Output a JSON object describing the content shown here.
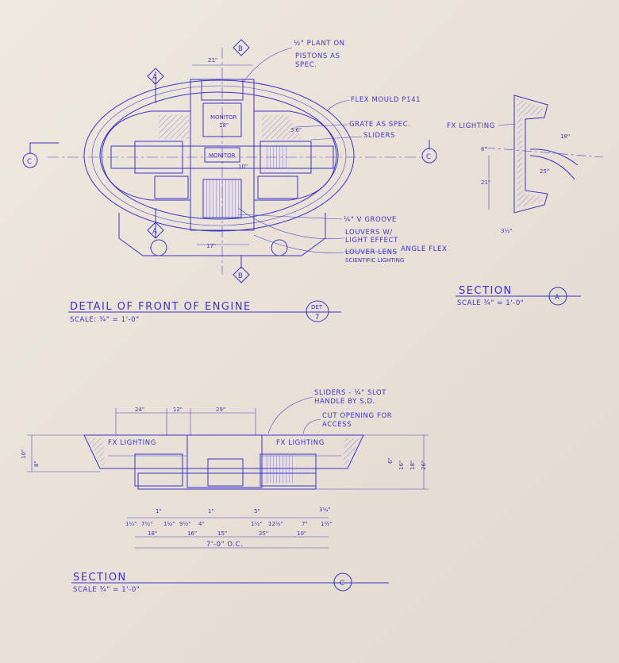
{
  "front_view": {
    "labels": {
      "plant_on": "½\" PLANT ON",
      "pistons": "PISTONS AS",
      "pistons2": "SPEC.",
      "flex_mould": "FLEX MOULD P141",
      "grate": "GRATE AS SPEC.",
      "sliders": "SLIDERS",
      "groove": "¼\" V GROOVE",
      "louvers1": "LOUVERS W/",
      "louvers2": "LIGHT EFFECT",
      "louver_lens": "LOUVER LENS",
      "angle_flex": "ANGLE FLEX",
      "scientific": "SCIENTIFIC LIGHTING",
      "monitor_top": "MONITOR",
      "monitor_top_size": "18\"",
      "monitor_bottom": "MONITOR",
      "dim_21": "21\"",
      "dim_36": "3'6\"",
      "dim_17": "17\"",
      "dim_10": "10\""
    },
    "markers": {
      "a": "A",
      "b": "B",
      "c": "C"
    },
    "title": "DETAIL OF FRONT OF ENGINE",
    "scale": "SCALE: ¾\" = 1'-0\"",
    "det_label": "DET",
    "det_number": "7"
  },
  "section_a": {
    "fx": "FX LIGHTING",
    "dim_18": "18\"",
    "dim_6": "6\"",
    "dim_21": "21\"",
    "dim_3": "3½\"",
    "dim_25": "25°",
    "title": "SECTION",
    "scale": "SCALE ¾\" = 1'-0\"",
    "marker": "A"
  },
  "section_c": {
    "sliders1": "SLIDERS - ¼\" SLOT",
    "sliders2": "HANDLE BY S.D.",
    "cut1": "CUT OPENING FOR",
    "cut2": "ACCESS",
    "fx_left": "FX LIGHTING",
    "fx_right": "FX LIGHTING",
    "top_dims": [
      "24\"",
      "12\"",
      "29\""
    ],
    "left_dims": [
      "10\"",
      "8\""
    ],
    "right_dims": [
      "6\"",
      "16\"",
      "18\"",
      "26\""
    ],
    "lower_dims_a": [
      "1½\"",
      "7½\"",
      "1\"",
      "1½\"",
      "9½\"",
      "4\"",
      "1\""
    ],
    "lower_dims_b": [
      "1½\"",
      "5\"",
      "12½\"",
      "7\"",
      "1½\"",
      "3¼\""
    ],
    "sub_dims": [
      "18\"",
      "16\"",
      "15\"",
      "25\"",
      "10\""
    ],
    "overall": "7'-0\" O.C.",
    "title": "SECTION",
    "scale": "SCALE ¾\" = 1'-0\"",
    "marker": "C"
  }
}
